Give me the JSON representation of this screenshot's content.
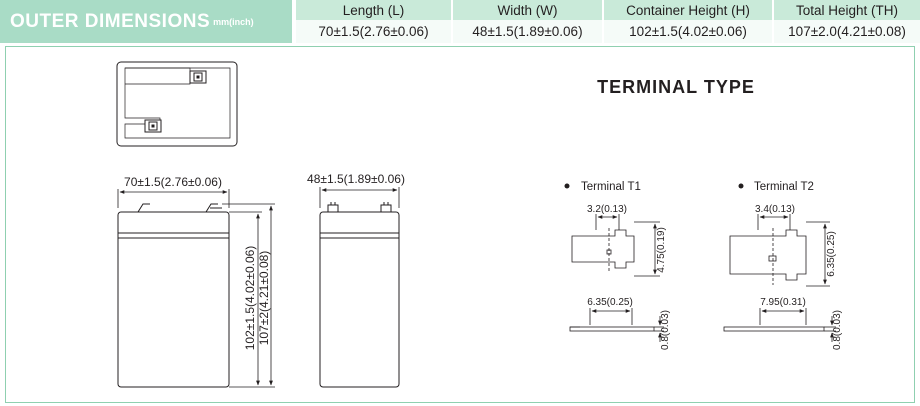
{
  "header": {
    "title": "OUTER DIMENSIONS",
    "unit": "mm(inch)",
    "columns": [
      "Length (L)",
      "Width (W)",
      "Container Height (H)",
      "Total Height (TH)"
    ],
    "values": [
      "70±1.5(2.76±0.06)",
      "48±1.5(1.89±0.06)",
      "102±1.5(4.02±0.06)",
      "107±2.0(4.21±0.08)"
    ]
  },
  "colors": {
    "title_bg": "#a9dcc6",
    "header_bg": "#c9ead9",
    "value_bg": "#f5fbf8",
    "panel_border": "#8fd0b0",
    "line": "#231f20"
  },
  "drawing": {
    "front_width_label": "70±1.5(2.76±0.06)",
    "side_width_label": "48±1.5(1.89±0.06)",
    "container_height_label": "102±1.5(4.02±0.06)",
    "total_height_label": "107±2(4.21±0.08)"
  },
  "terminal": {
    "heading": "TERMINAL TYPE",
    "t1": {
      "name": "Terminal T1",
      "width": "3.2(0.13)",
      "height": "4.75(0.19)",
      "length": "6.35(0.25)",
      "thickness": "0.8(0.03)"
    },
    "t2": {
      "name": "Terminal T2",
      "width": "3.4(0.13)",
      "height": "6.35(0.25)",
      "length": "7.95(0.31)",
      "thickness": "0.8(0.03)"
    }
  }
}
